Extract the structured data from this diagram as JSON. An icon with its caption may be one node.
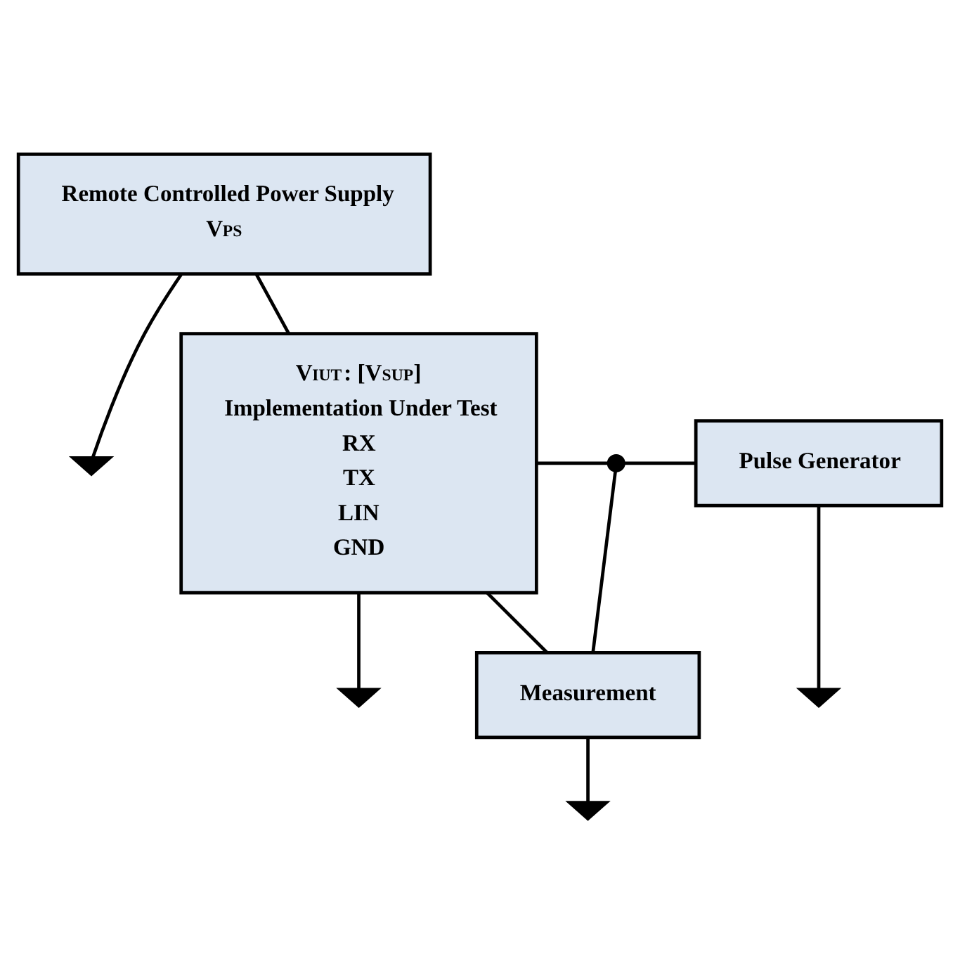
{
  "diagram": {
    "nodes": [
      {
        "text": [
          "Remote Controlled Power Supply",
          "V$_{PS}$"
        ]
      },
      {
        "text": [],
        "shape": "ground"
      },
      {
        "text": [
          "V$_{IUT}$: [V$_{SUP}$]",
          "Implementation Under Test",
          "RX",
          "TX",
          "LIN",
          "GND"
        ]
      },
      {
        "text": [],
        "shape": "circle"
      },
      {
        "text": [
          "Pulse Generator"
        ]
      },
      {
        "text": [],
        "shape": "ground"
      },
      {
        "text": [],
        "shape": "ground"
      },
      {
        "text": [
          "Measurement"
        ]
      },
      {
        "text": [],
        "shape": "ground"
      }
    ],
    "edges": [
      {
        "from": 0,
        "to": 1,
        "arrow": "none"
      },
      {
        "from": 0,
        "to": 2,
        "arrow": "none"
      },
      {
        "from": 2,
        "to": 3,
        "arrow": "none"
      },
      {
        "from": 3,
        "to": 4,
        "arrow": "none"
      },
      {
        "from": 2,
        "to": 5,
        "arrow": "none"
      },
      {
        "from": 4,
        "to": 6,
        "arrow": "none"
      },
      {
        "from": 2,
        "to": 7,
        "arrow": "none"
      },
      {
        "from": 3,
        "to": 7,
        "arrow": "none"
      },
      {
        "from": 7,
        "to": 8,
        "arrow": "none"
      }
    ]
  }
}
